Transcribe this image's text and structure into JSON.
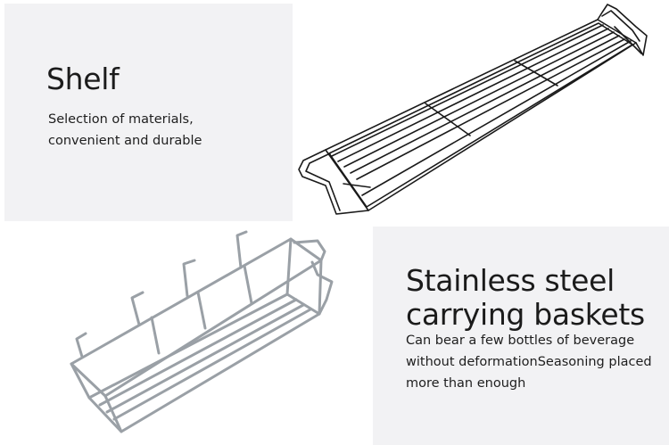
{
  "section_shelf": {
    "title": "Shelf",
    "description_line1": "Selection of materials,",
    "description_line2": "convenient and durable",
    "image_icon": "wire-rack-shelf-icon"
  },
  "section_basket": {
    "title_line1": "Stainless steel",
    "title_line2": "carrying baskets",
    "description_line1": "Can bear a few bottles of beverage",
    "description_line2": "without deformationSeasoning placed",
    "description_line3": "more than enough",
    "image_icon": "wire-hanging-basket-icon"
  },
  "colors": {
    "panel_background": "#f2f2f4",
    "rack_wire": "#1a1a1a",
    "basket_wire": "#9aa0a6",
    "text": "#1b1b1b"
  }
}
